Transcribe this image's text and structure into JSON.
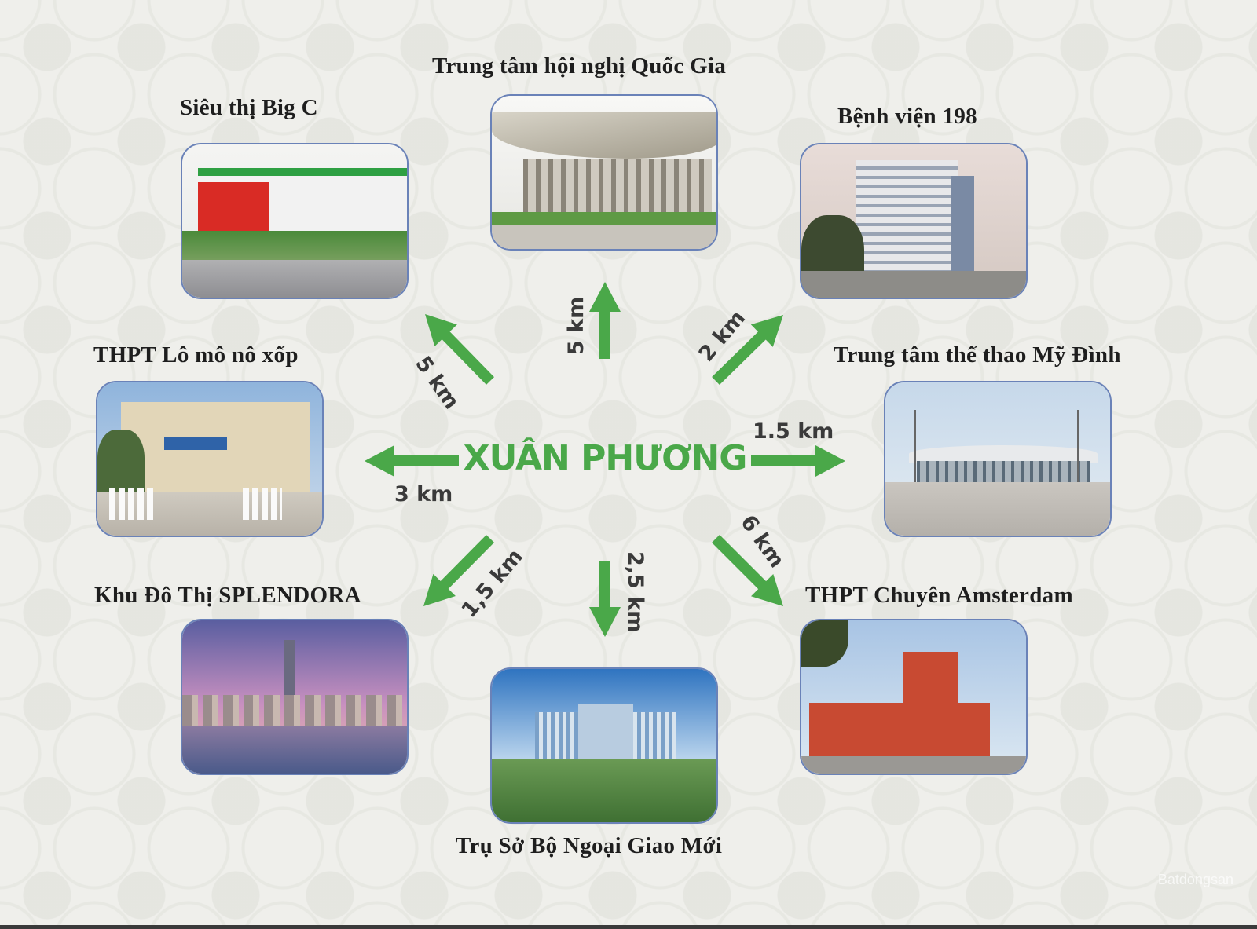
{
  "center": {
    "title": "XUÂN PHƯƠNG",
    "color": "#4aa849"
  },
  "destinations": [
    {
      "name": "Siêu thị Big C",
      "distance": "5 km",
      "direction": "up-left"
    },
    {
      "name": "Trung tâm hội nghị Quốc Gia",
      "distance": "5 km",
      "direction": "up"
    },
    {
      "name": "Bệnh viện 198",
      "distance": "2 km",
      "direction": "up-right"
    },
    {
      "name": "THPT Lô mô nô xốp",
      "distance": "3 km",
      "direction": "left"
    },
    {
      "name": "Trung tâm thể thao Mỹ Đình",
      "distance": "1.5 km",
      "direction": "right"
    },
    {
      "name": "Khu Đô Thị SPLENDORA",
      "distance": "1,5 km",
      "direction": "down-left"
    },
    {
      "name": "Trụ Sở Bộ Ngoại Giao Mới",
      "distance": "2,5 km",
      "direction": "down"
    },
    {
      "name": "THPT Chuyên Amsterdam",
      "distance": "6 km",
      "direction": "down-right"
    }
  ],
  "watermark": "Batdongsan"
}
